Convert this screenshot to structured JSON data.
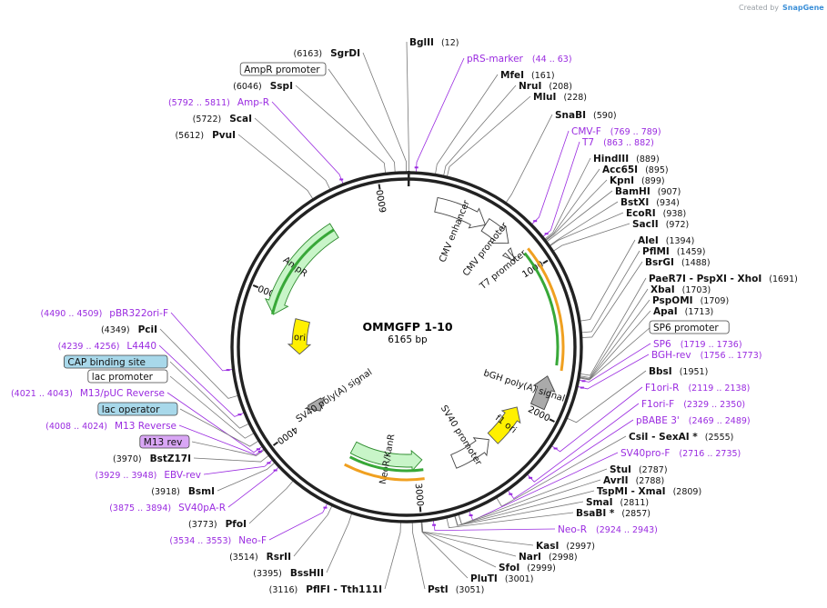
{
  "branding": {
    "created_by": "Created by",
    "product": "SnapGene"
  },
  "plasmid": {
    "name": "OMMGFP 1-10",
    "length_label": "6165 bp",
    "length": 6165
  },
  "colors": {
    "backbone": "#222222",
    "enzyme_text": "#111111",
    "primer": "#9a2be0",
    "orf_fill": "#c8f5c8",
    "orf_stroke": "#2e8b2e",
    "ori_fill": "#fff000",
    "promoter_fill": "#ffffff",
    "polyA_fill": "#aaaaaa",
    "primer_arrow_green": "#38a838",
    "primer_arrow_orange": "#f0a020",
    "feature_box_blue": "#a8d8ea",
    "feature_box_purple": "#d9a6f5"
  },
  "ticks": [
    {
      "label": "1000",
      "pos": 1000
    },
    {
      "label": "2000",
      "pos": 2000
    },
    {
      "label": "3000",
      "pos": 3000
    },
    {
      "label": "4000",
      "pos": 4000
    },
    {
      "label": "5000",
      "pos": 5000
    },
    {
      "label": "6000",
      "pos": 6000
    }
  ],
  "enzymes": [
    {
      "name": "BglII",
      "pos_label": "(12)",
      "pos": 12
    },
    {
      "name": "MfeI",
      "pos_label": "(161)",
      "pos": 161
    },
    {
      "name": "NruI",
      "pos_label": "(208)",
      "pos": 208
    },
    {
      "name": "MluI",
      "pos_label": "(228)",
      "pos": 228
    },
    {
      "name": "SnaBI",
      "pos_label": "(590)",
      "pos": 590
    },
    {
      "name": "HindIII",
      "pos_label": "(889)",
      "pos": 889
    },
    {
      "name": "Acc65I",
      "pos_label": "(895)",
      "pos": 895
    },
    {
      "name": "KpnI",
      "pos_label": "(899)",
      "pos": 899
    },
    {
      "name": "BamHI",
      "pos_label": "(907)",
      "pos": 907
    },
    {
      "name": "BstXI",
      "pos_label": "(934)",
      "pos": 934
    },
    {
      "name": "EcoRI",
      "pos_label": "(938)",
      "pos": 938
    },
    {
      "name": "SacII",
      "pos_label": "(972)",
      "pos": 972
    },
    {
      "name": "AleI",
      "pos_label": "(1394)",
      "pos": 1394
    },
    {
      "name": "PflMI",
      "pos_label": "(1459)",
      "pos": 1459
    },
    {
      "name": "BsrGI",
      "pos_label": "(1488)",
      "pos": 1488
    },
    {
      "name": "PaeR7I  - PspXI  - XhoI",
      "pos_label": "(1691)",
      "pos": 1691
    },
    {
      "name": "XbaI",
      "pos_label": "(1703)",
      "pos": 1703
    },
    {
      "name": "PspOMI",
      "pos_label": "(1709)",
      "pos": 1709
    },
    {
      "name": "ApaI",
      "pos_label": "(1713)",
      "pos": 1713
    },
    {
      "name": "BbsI",
      "pos_label": "(1951)",
      "pos": 1951
    },
    {
      "name": "CsiI  - SexAI *",
      "pos_label": "(2555)",
      "pos": 2555
    },
    {
      "name": "StuI",
      "pos_label": "(2787)",
      "pos": 2787
    },
    {
      "name": "AvrII",
      "pos_label": "(2788)",
      "pos": 2788
    },
    {
      "name": "TspMI  - XmaI",
      "pos_label": "(2809)",
      "pos": 2809
    },
    {
      "name": "SmaI",
      "pos_label": "(2811)",
      "pos": 2811
    },
    {
      "name": "BsaBI *",
      "pos_label": "(2857)",
      "pos": 2857
    },
    {
      "name": "KasI",
      "pos_label": "(2997)",
      "pos": 2997
    },
    {
      "name": "NarI",
      "pos_label": "(2998)",
      "pos": 2998
    },
    {
      "name": "SfoI",
      "pos_label": "(2999)",
      "pos": 2999
    },
    {
      "name": "PluTI",
      "pos_label": "(3001)",
      "pos": 3001
    },
    {
      "name": "PstI",
      "pos_label": "(3051)",
      "pos": 3051
    },
    {
      "name": "PflFI  - Tth111I",
      "pos_label": "(3116)",
      "pos": 3116
    },
    {
      "name": "BssHII",
      "pos_label": "(3395)",
      "pos": 3395
    },
    {
      "name": "RsrII",
      "pos_label": "(3514)",
      "pos": 3514
    },
    {
      "name": "PfoI",
      "pos_label": "(3773)",
      "pos": 3773
    },
    {
      "name": "BsmI",
      "pos_label": "(3918)",
      "pos": 3918
    },
    {
      "name": "BstZ17I",
      "pos_label": "(3970)",
      "pos": 3970
    },
    {
      "name": "PciI",
      "pos_label": "(4349)",
      "pos": 4349
    },
    {
      "name": "PvuI",
      "pos_label": "(5612)",
      "pos": 5612
    },
    {
      "name": "ScaI",
      "pos_label": "(5722)",
      "pos": 5722
    },
    {
      "name": "SspI",
      "pos_label": "(6046)",
      "pos": 6046
    },
    {
      "name": "SgrDI",
      "pos_label": "(6163)",
      "pos": 6163
    }
  ],
  "primers": [
    {
      "name": "pRS-marker",
      "range": "(44 .. 63)",
      "pos": 53
    },
    {
      "name": "CMV-F",
      "range": "(769 .. 789)",
      "pos": 779
    },
    {
      "name": "T7",
      "range": "(863 .. 882)",
      "pos": 872
    },
    {
      "name": "SP6",
      "range": "(1719 .. 1736)",
      "pos": 1727
    },
    {
      "name": "BGH-rev",
      "range": "(1756 .. 1773)",
      "pos": 1764
    },
    {
      "name": "F1ori-R",
      "range": "(2119 .. 2138)",
      "pos": 2128
    },
    {
      "name": "F1ori-F",
      "range": "(2329 .. 2350)",
      "pos": 2339
    },
    {
      "name": "pBABE 3'",
      "range": "(2469 .. 2489)",
      "pos": 2479
    },
    {
      "name": "SV40pro-F",
      "range": "(2716 .. 2735)",
      "pos": 2725
    },
    {
      "name": "Neo-R",
      "range": "(2924 .. 2943)",
      "pos": 2933
    },
    {
      "name": "Neo-F",
      "range": "(3534 .. 3553)",
      "pos": 3543
    },
    {
      "name": "SV40pA-R",
      "range": "(3875 .. 3894)",
      "pos": 3884
    },
    {
      "name": "EBV-rev",
      "range": "(3929 .. 3948)",
      "pos": 3938
    },
    {
      "name": "M13 Reverse",
      "range": "(4008 .. 4024)",
      "pos": 4016
    },
    {
      "name": "M13/pUC Reverse",
      "range": "(4021 .. 4043)",
      "pos": 4032
    },
    {
      "name": "L4440",
      "range": "(4239 .. 4256)",
      "pos": 4247
    },
    {
      "name": "pBR322ori-F",
      "range": "(4490 .. 4509)",
      "pos": 4499
    },
    {
      "name": "Amp-R",
      "range": "(5792 .. 5811)",
      "pos": 5801
    }
  ],
  "boxed_features": [
    {
      "name": "AmpR promoter",
      "style": "plain",
      "pos": 6100
    },
    {
      "name": "SP6 promoter",
      "style": "plain",
      "pos": 1715
    },
    {
      "name": "CAP binding site",
      "style": "blue",
      "pos": 4180
    },
    {
      "name": "lac promoter",
      "style": "plain",
      "pos": 4120
    },
    {
      "name": "lac operator",
      "style": "blue",
      "pos": 4070
    },
    {
      "name": "M13 rev",
      "style": "purple",
      "pos": 4010
    }
  ],
  "inner_features": [
    {
      "name": "AmpR",
      "type": "orf",
      "start": 5620,
      "end": 4860
    },
    {
      "name": "ori",
      "type": "ori",
      "start": 4870,
      "end": 4560
    },
    {
      "name": "CMV enhancer",
      "type": "promoter",
      "start": 200,
      "end": 560
    },
    {
      "name": "CMV promoter",
      "type": "promoter",
      "start": 560,
      "end": 760
    },
    {
      "name": "T7 promoter",
      "type": "tiny",
      "start": 863,
      "end": 882
    },
    {
      "name": "NeoR/KanR",
      "type": "orf",
      "start": 3560,
      "end": 2950
    },
    {
      "name": "SV40 promoter",
      "type": "promoter",
      "start": 2700,
      "end": 2370
    },
    {
      "name": "f1 ori",
      "type": "ori",
      "start": 2340,
      "end": 2030
    },
    {
      "name": "bGH poly(A) signal",
      "type": "polyA",
      "start": 1960,
      "end": 1740
    },
    {
      "name": "SV40 poly(A) signal",
      "type": "polyA",
      "start": 4100,
      "end": 4000
    }
  ]
}
